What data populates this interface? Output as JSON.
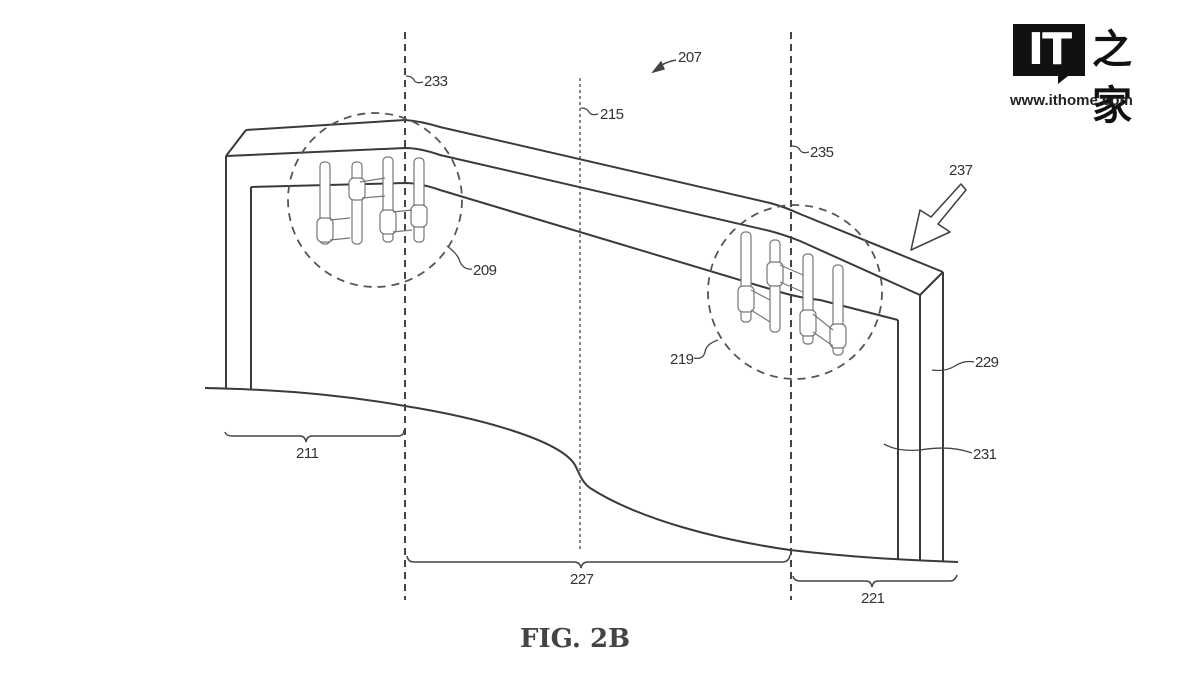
{
  "figure": {
    "caption": "FIG. 2B",
    "reference_numerals": {
      "device": "207",
      "region_detail_left": "209",
      "edge_region_left": "211",
      "center_line": "215",
      "region_detail_right": "219",
      "edge_region_right": "221",
      "central_region": "227",
      "outer_layer": "229",
      "inner_layer": "231",
      "boundary_left": "233",
      "boundary_right": "235",
      "viewing_direction": "237"
    }
  },
  "watermark": {
    "logo_text": "IT",
    "logo_cn": "之家",
    "url": "www.ithome.com"
  },
  "colors": {
    "line": "#333333",
    "background": "#ffffff"
  }
}
